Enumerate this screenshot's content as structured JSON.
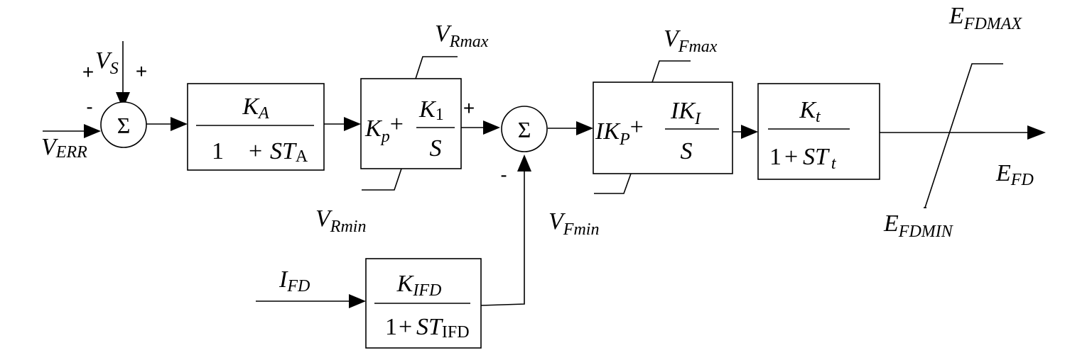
{
  "inputs": {
    "verr": {
      "main": "V",
      "sub": "ERR"
    },
    "vs": {
      "main": "V",
      "sub": "S"
    },
    "ifd": {
      "main": "I",
      "sub": "FD"
    }
  },
  "sum1": {
    "symbol": "Σ",
    "sign_vs": "+",
    "sign_top": "+",
    "sign_verr": "-"
  },
  "sum2": {
    "symbol": "Σ",
    "sign_left": "+",
    "sign_bottom": "-"
  },
  "block_ka": {
    "num_main": "K",
    "num_sub": "A",
    "den_one": "1",
    "den_plus": "+",
    "den_s": "ST",
    "den_sub": "A"
  },
  "block_pi_r": {
    "k": "K",
    "k_sub": "p",
    "plus": "+",
    "num_main": "K",
    "num_sub": "1",
    "den": "S"
  },
  "block_pi_f": {
    "ik": "IK",
    "ik_sub": "P",
    "plus": "+",
    "num_main": "IK",
    "num_sub": "I",
    "den": "S"
  },
  "block_kt": {
    "num_main": "K",
    "num_sub": "t",
    "den_one": "1",
    "den_plus": "+",
    "den_s": "ST",
    "den_sub": "t"
  },
  "block_kifd": {
    "num_main": "K",
    "num_sub": "IFD",
    "den_one": "1",
    "den_plus": "+",
    "den_s": "ST",
    "den_sub": "IFD"
  },
  "limits": {
    "vrmax": {
      "main": "V",
      "sub": "Rmax"
    },
    "vrmin": {
      "main": "V",
      "sub": "Rmin"
    },
    "vfmax": {
      "main": "V",
      "sub": "Fmax"
    },
    "vfmin": {
      "main": "V",
      "sub": "Fmin"
    },
    "efdmax": {
      "main": "E",
      "sub": "FDMAX"
    },
    "efdmin": {
      "main": "E",
      "sub": "FDMIN"
    }
  },
  "output": {
    "main": "E",
    "sub": "FD"
  }
}
